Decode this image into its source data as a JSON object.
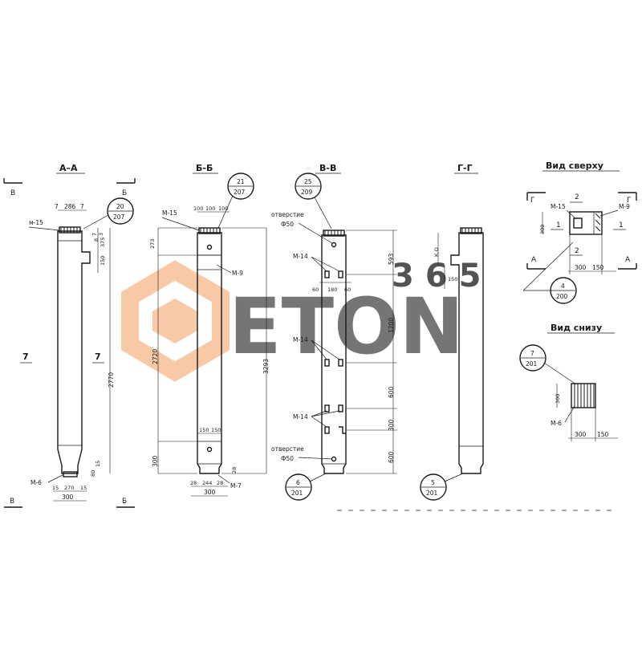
{
  "sections": {
    "aa": {
      "title": "А–А",
      "cut_left": "В",
      "cut_right": "Б",
      "cut_left_bottom": "В",
      "cut_right_bottom": "Б",
      "top_dims": [
        "7",
        "286",
        "7"
      ],
      "right_dims": [
        "7",
        "8",
        "3",
        "375",
        "150"
      ],
      "marker_m15": "м-15",
      "marker_m6": "М-6",
      "bottom_dims": [
        "15",
        "270",
        "15"
      ],
      "width_dim": "300",
      "length_dim": "2770",
      "lower_right": [
        "80",
        "15"
      ],
      "side_label_left": "7",
      "side_label_right": "7",
      "callout_num": "20",
      "callout_sheet": "207"
    },
    "bb": {
      "title": "Б-Б",
      "top_dims": [
        "100",
        "100",
        "100"
      ],
      "marker_m15": "М-15",
      "marker_m9": "М-9",
      "left_dims": [
        "273",
        "2720",
        "300"
      ],
      "overall_dim": "3293",
      "lower_dims": [
        "150",
        "150"
      ],
      "bottom_dims": [
        "28",
        "244",
        "28"
      ],
      "width_dim": "300",
      "right_small": "28",
      "marker_m7": "М-7",
      "callout_num": "21",
      "callout_sheet": "207"
    },
    "vv": {
      "title": "В-В",
      "hole_label_top": "отверстие",
      "hole_dia_top": "Ф50",
      "marker_m14": [
        "М-14",
        "М-14",
        "М-14"
      ],
      "hole_gap_dims": [
        "60",
        "180",
        "60"
      ],
      "right_dims": [
        "593",
        "1200",
        "600",
        "300",
        "600"
      ],
      "hole_label_bottom": "отверстие",
      "hole_dia_bottom": "Ф50",
      "callout_top_num": "25",
      "callout_top_sheet": "209",
      "callout_bottom_num": "6",
      "callout_bottom_sheet": "201"
    },
    "gg": {
      "title": "Г-Г",
      "dim_ko": "К.О",
      "dim_150": "150",
      "callout_num": "5",
      "callout_sheet": "201"
    },
    "top_view": {
      "title": "Вид сверху",
      "cut_g_left": "Г",
      "cut_g_right": "Г",
      "num2_top": "2",
      "num2_mid": "2",
      "marker_m15": "М-15",
      "marker_m9": "М-9",
      "left_dim": "300",
      "num1_left": "1",
      "num1_right": "1",
      "cut_a_left": "А",
      "cut_a_right": "А",
      "bottom_dims": [
        "300",
        "150"
      ],
      "callout_num": "4",
      "callout_sheet": "200"
    },
    "bottom_view": {
      "title": "Вид снизу",
      "marker_m6": "М-6",
      "left_dim": "300",
      "bottom_dims": [
        "300",
        "150"
      ],
      "callout_num": "7",
      "callout_sheet": "201"
    }
  },
  "watermark": {
    "main": "ETON",
    "accent": "365",
    "accent_color": "#f5a36b",
    "logo_color": "#f5b88a",
    "text_color": "#8c8c8c"
  }
}
